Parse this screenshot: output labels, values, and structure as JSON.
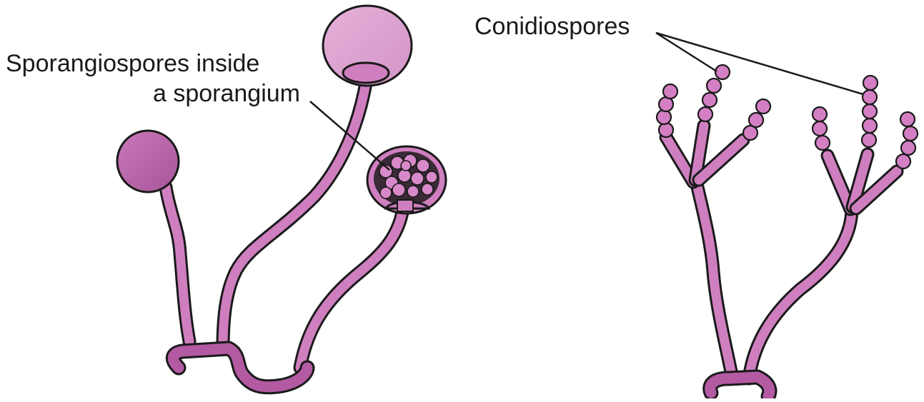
{
  "labels": {
    "sporangiospores_line1": "Sporangiospores inside",
    "sporangiospores_line2": "a sporangium",
    "conidiospores": "Conidiospores"
  },
  "colors": {
    "stalk": "#cf7fc0",
    "sporangium_light": "#dca3cf",
    "sporangium_dark": "#b866a8",
    "spore": "#d47fc4",
    "outline": "#1a1a1a"
  },
  "icons": {
    "sporangium_open": "open-sporangium-icon",
    "conidiophore": "conidiophore-icon"
  }
}
